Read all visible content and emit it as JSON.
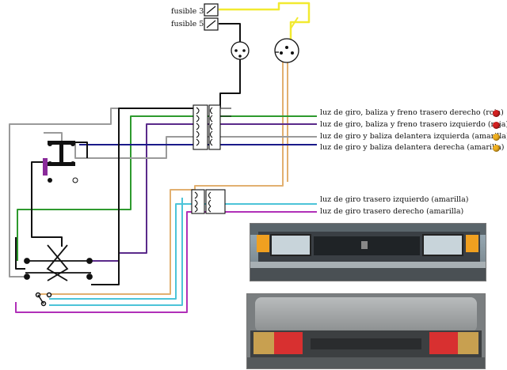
{
  "fuses": [
    {
      "label": "fusible 3"
    },
    {
      "label": "fusible 5"
    }
  ],
  "circuits": [
    {
      "label": "luz de giro, baliza y freno trasero derecho (roja)",
      "wire_color": "#2e9a2e",
      "lamp_color": "#d42020"
    },
    {
      "label": "luz de giro, baliza y freno trasero izquierdo (roja)",
      "wire_color": "#5a2a8a",
      "lamp_color": "#d42020"
    },
    {
      "label": "luz de giro y baliza delantera izquierda (amarilla)",
      "wire_color": "#9a9a9a",
      "lamp_color": "#f0b020"
    },
    {
      "label": "luz de giro y baliza delantera derecha (amarilla)",
      "wire_color": "#1a1a8a",
      "lamp_color": "#f0b020"
    },
    {
      "label": "luz de  giro  trasero izquierdo (amarilla)",
      "wire_color": "#4cc4d8",
      "lamp_color": ""
    },
    {
      "label": "luz de  giro  trasero derecho (amarilla)",
      "wire_color": "#b030b8",
      "lamp_color": ""
    }
  ],
  "colors": {
    "feed_wire": "#f2ea30",
    "flasher_wire": "#e2b070",
    "switch_bar": "#8a2a9a",
    "ground_wire": "#111111"
  },
  "photos": [
    {
      "subject": "front of car with turn signal lamps"
    },
    {
      "subject": "rear of car with tail lamps"
    }
  ]
}
